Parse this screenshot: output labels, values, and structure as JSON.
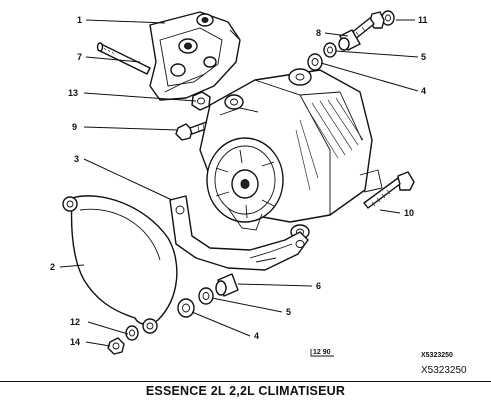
{
  "callouts": {
    "c1": "1",
    "c7": "7",
    "c13": "13",
    "c9": "9",
    "c3": "3",
    "c2": "2",
    "c12": "12",
    "c14": "14",
    "c8": "8",
    "c11": "11",
    "c5a": "5",
    "c4a": "4",
    "c10": "10",
    "c6": "6",
    "c5b": "5",
    "c4b": "4"
  },
  "edition_mark": "12 90",
  "ref_small": "X5323250",
  "ref_main": "X5323250",
  "caption": "ESSENCE 2L 2,2L CLIMATISEUR"
}
